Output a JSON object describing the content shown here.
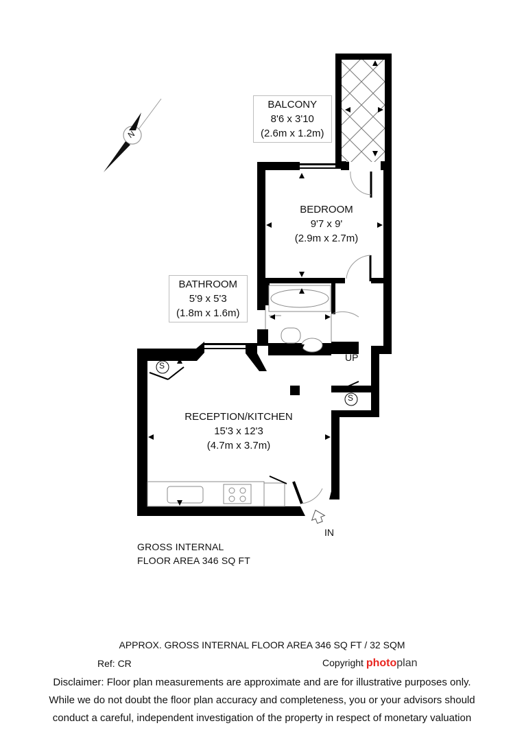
{
  "rooms": {
    "balcony": {
      "name": "BALCONY",
      "imperial": "8'6 x 3'10",
      "metric": "(2.6m x 1.2m)"
    },
    "bedroom": {
      "name": "BEDROOM",
      "imperial": "9'7 x 9'",
      "metric": "(2.9m x 2.7m)"
    },
    "bathroom": {
      "name": "BATHROOM",
      "imperial": "5'9 x 5'3",
      "metric": "(1.8m x 1.6m)"
    },
    "reception": {
      "name": "RECEPTION/KITCHEN",
      "imperial": "15'3 x 12'3",
      "metric": "(4.7m x 3.7m)"
    }
  },
  "markers": {
    "up": "UP",
    "in": "IN",
    "storage": "S",
    "north": "N"
  },
  "gross": {
    "line1": "GROSS INTERNAL",
    "line2": "FLOOR AREA 346 SQ FT"
  },
  "footer": {
    "approx": "APPROX. GROSS INTERNAL FLOOR AREA 346 SQ FT / 32 SQM",
    "ref": "Ref: CR",
    "copyright": "Copyright",
    "brand_bold": "photo",
    "brand_light": "plan",
    "disclaimer1": "Disclaimer: Floor plan measurements are approximate and are for illustrative purposes only.",
    "disclaimer2": "While we do not doubt the floor plan accuracy and completeness, you or your advisors should",
    "disclaimer3": "conduct a careful, independent investigation of the property in respect of monetary valuation"
  },
  "colors": {
    "wall": "#000000",
    "brand": "#e8251f",
    "label_border": "#bdbdbd"
  }
}
